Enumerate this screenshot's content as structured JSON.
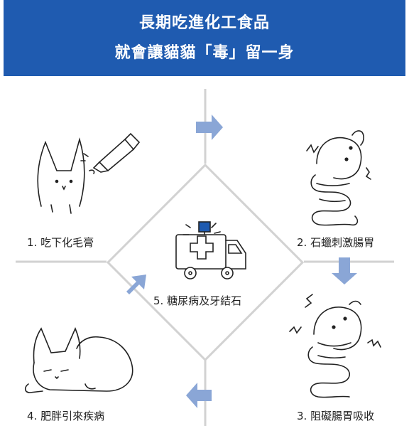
{
  "header": {
    "title_line1": "長期吃進化工食品",
    "title_line2": "就會讓貓貓「毒」留一身",
    "background_color": "#1f5bb0"
  },
  "steps": [
    {
      "label": "1.  吃下化毛膏",
      "icon": "cat-eating-paste-icon"
    },
    {
      "label": "2.  石蠟刺激腸胃",
      "icon": "irritated-intestine-icon"
    },
    {
      "label": "3.  阻礙腸胃吸收",
      "icon": "blocked-intestine-icon"
    },
    {
      "label": "4.  肥胖引來疾病",
      "icon": "fat-sleeping-cat-icon"
    },
    {
      "label": "5.  糖尿病及牙結石",
      "icon": "ambulance-icon"
    }
  ],
  "colors": {
    "arrow": "#8aa6d6",
    "lines": "#d2d2d2"
  }
}
